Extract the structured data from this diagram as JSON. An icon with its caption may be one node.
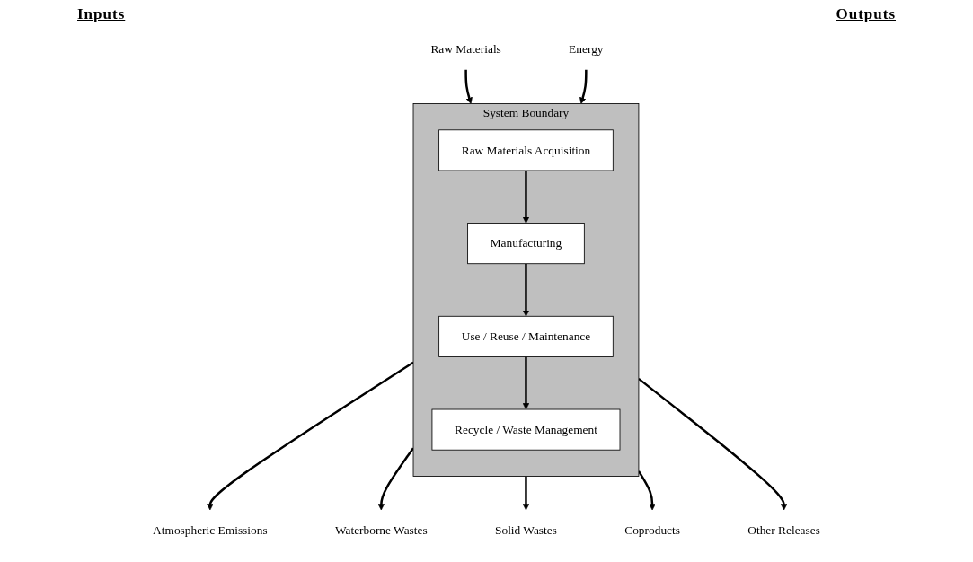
{
  "diagram": {
    "nodes": [
      {
        "text": [
          "System Boundary"
        ]
      },
      {
        "text": [
          "Raw Materials Acquisition"
        ],
        "in": 0
      },
      {
        "text": [
          "Manufacturing"
        ],
        "in": 0
      },
      {
        "text": [
          "Use / Reuse / Maintenance"
        ],
        "in": 0
      },
      {
        "text": [
          "Recycle / Waste Management"
        ],
        "in": 0
      },
      {
        "text": [
          "Raw Materials"
        ]
      },
      {
        "text": [
          "Energy"
        ]
      },
      {
        "text": [
          "Atmospheric Emissions"
        ]
      },
      {
        "text": [
          "Waterborne Wastes"
        ]
      },
      {
        "text": [
          "Solid Wastes"
        ]
      },
      {
        "text": [
          "Coproducts"
        ]
      },
      {
        "text": [
          "Other Releases"
        ]
      }
    ],
    "edges": [
      {
        "from": 1,
        "to": 2,
        "arrow": "to"
      },
      {
        "from": 2,
        "to": 3,
        "arrow": "to"
      },
      {
        "from": 3,
        "to": 4,
        "arrow": "to"
      },
      {
        "from": 5,
        "to": 0,
        "arrow": "to"
      },
      {
        "from": 6,
        "to": 0,
        "arrow": "to"
      },
      {
        "from": 0,
        "to": 7,
        "arrow": "to"
      },
      {
        "from": 0,
        "to": 8,
        "arrow": "to"
      },
      {
        "from": 0,
        "to": 9,
        "arrow": "to"
      },
      {
        "from": 0,
        "to": 10,
        "arrow": "to"
      },
      {
        "from": 0,
        "to": 11,
        "arrow": "to"
      }
    ],
    "labels": [
      "Inputs",
      "Outputs"
    ]
  }
}
